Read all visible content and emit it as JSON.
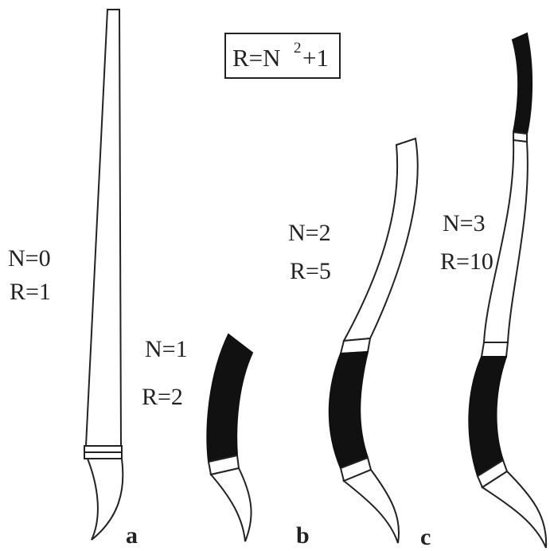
{
  "formula": {
    "base": "R=N",
    "exponent": "2",
    "tail": "+1"
  },
  "specimens": [
    {
      "n_label": "N=0",
      "r_label": "R=1",
      "panel": "a"
    },
    {
      "n_label": "N=1",
      "r_label": "R=2",
      "panel": "b"
    },
    {
      "n_label": "N=2",
      "r_label": "R=5",
      "panel": ""
    },
    {
      "n_label": "N=3",
      "r_label": "R=10",
      "panel": "c"
    }
  ],
  "colors": {
    "ink": "#111111",
    "paper": "#ffffff"
  }
}
